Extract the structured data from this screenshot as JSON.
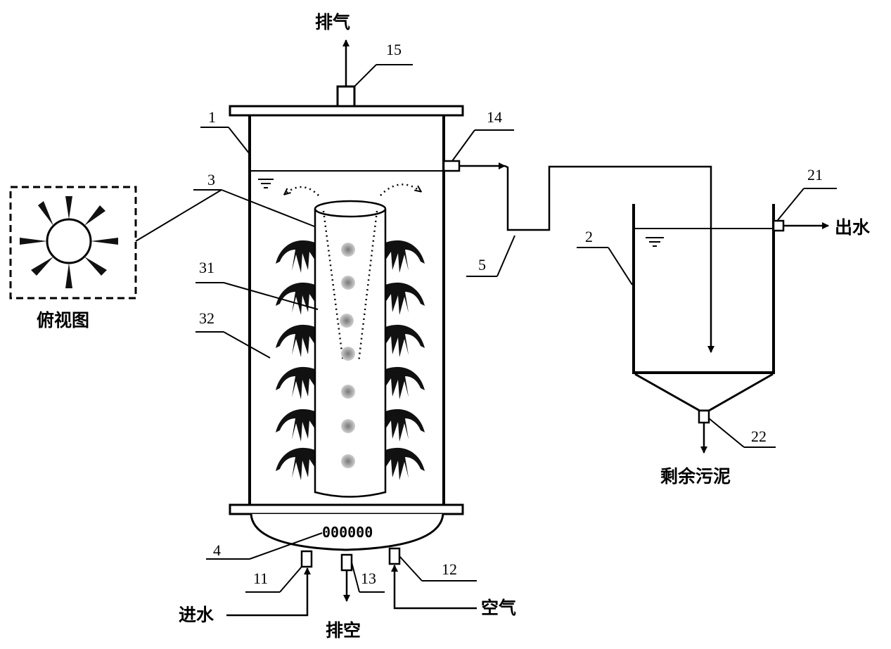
{
  "texts": {
    "exhaust": "排气",
    "top_view": "俯视图",
    "water_in": "进水",
    "drain": "排空",
    "air": "空气",
    "water_out": "出水",
    "excess_sludge": "剩余污泥"
  },
  "labels": {
    "n1": "1",
    "n2": "2",
    "n3": "3",
    "n31": "31",
    "n32": "32",
    "n4": "4",
    "n5": "5",
    "n11": "11",
    "n12": "12",
    "n13": "13",
    "n14": "14",
    "n15": "15",
    "n21": "21",
    "n22": "22"
  },
  "aerator_holes": "000000"
}
